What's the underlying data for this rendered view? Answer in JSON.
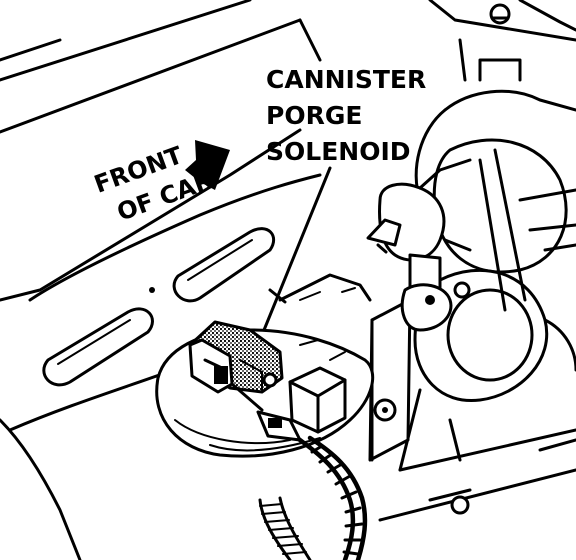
{
  "callout": {
    "line1": "CANNISTER",
    "line2": "PORGE",
    "line3": "SOLENOID"
  },
  "direction": {
    "line1": "FRONT",
    "line2": "OF CAR"
  },
  "colors": {
    "ink": "#000000",
    "paper": "#ffffff",
    "shade": "#8a8a8a"
  }
}
